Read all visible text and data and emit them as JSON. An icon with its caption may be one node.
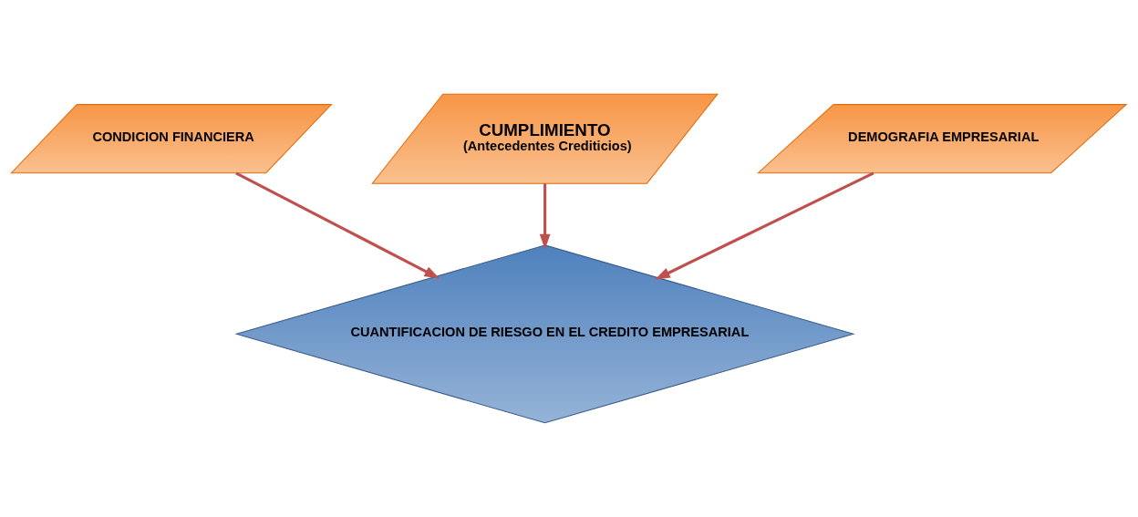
{
  "diagram": {
    "nodes": [
      {
        "text": [
          "CONDICION FINANCIERA"
        ]
      },
      {
        "text": [
          "CUMPLIMIENTO",
          "(Antecedentes Crediticios)"
        ]
      },
      {
        "text": [
          "DEMOGRAFIA EMPRESARIAL"
        ]
      },
      {
        "text": [
          "CUANTIFICACION DE RIESGO EN EL CREDITO EMPRESARIAL"
        ]
      }
    ],
    "edges": [
      {
        "from": 0,
        "to": 3,
        "arrow": "to"
      },
      {
        "from": 1,
        "to": 3,
        "arrow": "to"
      },
      {
        "from": 2,
        "to": 3,
        "arrow": "to"
      }
    ]
  }
}
